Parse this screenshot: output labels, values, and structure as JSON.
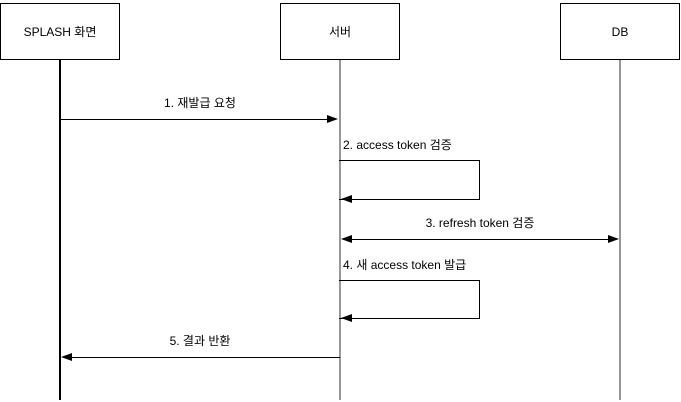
{
  "diagram": {
    "type": "sequence-diagram",
    "colors": {
      "background": "#ffffff",
      "line": "#000000",
      "text": "#000000",
      "lifeline_primary": "#000000",
      "lifeline_secondary": "#999999"
    },
    "actors": [
      {
        "label": "SPLASH 화면"
      },
      {
        "label": "서버"
      },
      {
        "label": "DB"
      }
    ],
    "messages": [
      {
        "label": "1. 재발급 요청",
        "from": "SPLASH 화면",
        "to": "서버",
        "style": "solid-arrow-right"
      },
      {
        "label": "2. access token 검증",
        "from": "서버",
        "to": "서버",
        "style": "self-loop"
      },
      {
        "label": "3. refresh token 검증",
        "from": "서버",
        "to": "DB",
        "style": "bidirectional-arrow"
      },
      {
        "label": "4. 새 access token 발급",
        "from": "서버",
        "to": "서버",
        "style": "self-loop"
      },
      {
        "label": "5. 결과 반환",
        "from": "서버",
        "to": "SPLASH 화면",
        "style": "solid-arrow-left"
      }
    ]
  }
}
